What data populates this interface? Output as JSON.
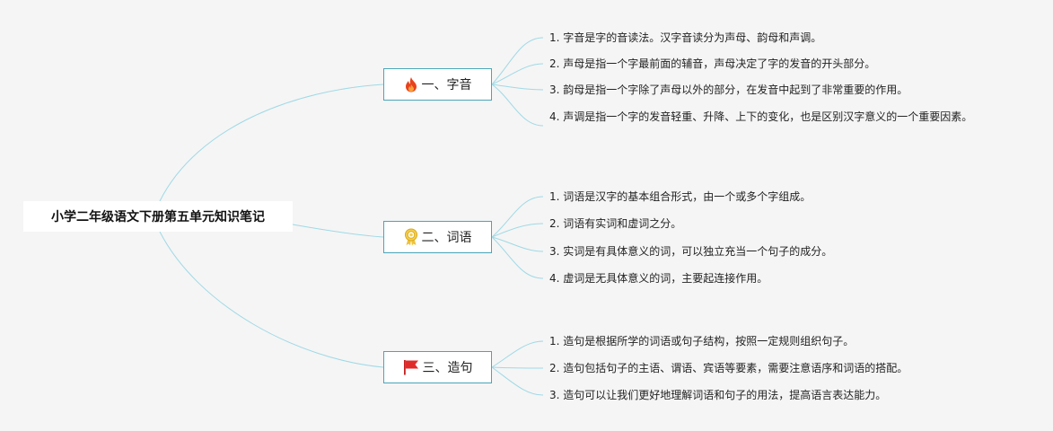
{
  "root": {
    "title": "小学二年级语文下册第五单元知识笔记"
  },
  "branches": [
    {
      "label": "一、字音",
      "icon": "fire-icon",
      "items": [
        "1. 字音是字的音读法。汉字音读分为声母、韵母和声调。",
        "2. 声母是指一个字最前面的辅音，声母决定了字的发音的开头部分。",
        "3. 韵母是指一个字除了声母以外的部分，在发音中起到了非常重要的作用。",
        "4. 声调是指一个字的发音轻重、升降、上下的变化，也是区别汉字意义的一个重要因素。"
      ]
    },
    {
      "label": "二、词语",
      "icon": "medal-icon",
      "items": [
        "1. 词语是汉字的基本组合形式，由一个或多个字组成。",
        "2. 词语有实词和虚词之分。",
        "3. 实词是有具体意义的词，可以独立充当一个句子的成分。",
        "4. 虚词是无具体意义的词，主要起连接作用。"
      ]
    },
    {
      "label": "三、造句",
      "icon": "flag-icon",
      "items": [
        "1. 造句是根据所学的词语或句子结构，按照一定规则组织句子。",
        "2. 造句包括句子的主语、谓语、宾语等要素，需要注意语序和词语的搭配。",
        "3. 造句可以让我们更好地理解词语和句子的用法，提高语言表达能力。"
      ]
    }
  ],
  "colors": {
    "connector": "#9fd9e6",
    "branch_border": "#4aa5b8",
    "background": "#f5f5f5"
  }
}
